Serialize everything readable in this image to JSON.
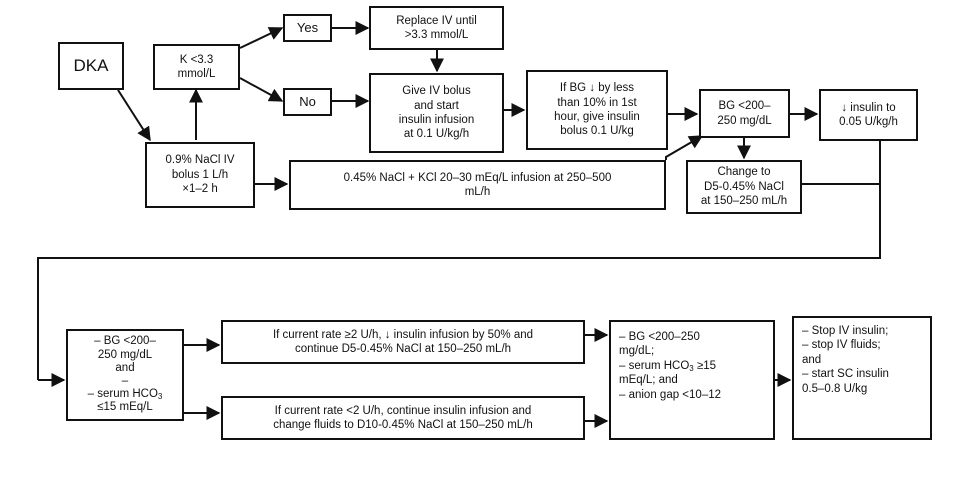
{
  "nodes": {
    "dka": {
      "lines": [
        "DKA"
      ]
    },
    "k_check": {
      "lines": [
        "K <3.3",
        "mmol/L"
      ]
    },
    "yes": {
      "lines": [
        "Yes"
      ]
    },
    "no": {
      "lines": [
        "No"
      ]
    },
    "replace_iv": {
      "lines": [
        "Replace IV until",
        ">3.3 mmol/L"
      ]
    },
    "iv_bolus": {
      "lines": [
        "Give IV bolus",
        "and start",
        "insulin infusion",
        "at 0.1 U/kg/h"
      ]
    },
    "bg_drop": {
      "lines": [
        "If BG ↓ by less",
        "than 10% in 1st",
        "hour, give insulin",
        "bolus 0.1 U/kg"
      ]
    },
    "bg_200": {
      "lines": [
        "BG <200–",
        "250 mg/dL"
      ]
    },
    "insulin_reduce": {
      "lines": [
        "↓ insulin to",
        "0.05 U/kg/h"
      ]
    },
    "nacl_bolus": {
      "lines": [
        "0.9% NaCl IV",
        "bolus 1 L/h",
        "×1–2 h"
      ]
    },
    "nacl_kcl": {
      "lines": [
        "0.45% NaCl + KCl 20–30 mEq/L infusion at 250–500",
        "mL/h"
      ]
    },
    "change_d5": {
      "lines": [
        "Change to",
        "D5-0.45% NaCl",
        "at 150–250 mL/h"
      ]
    },
    "criteria": {
      "lines": [
        "– BG <200–",
        "250 mg/dL",
        "and",
        "–",
        "– serum HCO",
        "≤15 mEq/L"
      ],
      "sub": "3"
    },
    "rate_high": {
      "lines": [
        "If current rate ≥2 U/h, ↓ insulin infusion by 50% and",
        "continue D5-0.45% NaCl at 150–250 mL/h"
      ]
    },
    "rate_low": {
      "lines": [
        "If current rate <2 U/h, continue insulin infusion and",
        "change fluids to D10-0.45% NaCl at 150–250 mL/h"
      ]
    },
    "resolution": {
      "lines": [
        "– BG <200–250",
        "mg/dL;",
        "– serum HCO",
        "mEq/L; and",
        "– anion gap <10–12"
      ],
      "sub": "3",
      "tail": " ≥15"
    },
    "stop": {
      "lines": [
        "– Stop IV insulin;",
        "– stop IV fluids;",
        "and",
        "– start SC insulin",
        "0.5–0.8 U/kg"
      ]
    }
  }
}
